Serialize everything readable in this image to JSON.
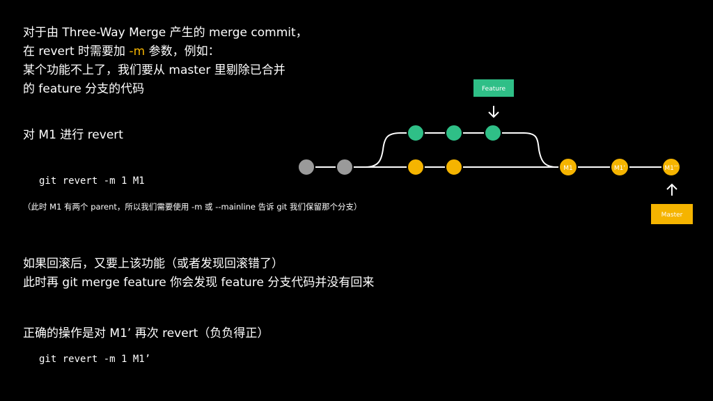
{
  "intro": {
    "line1": "对于由 Three-Way Merge 产生的 merge commit，",
    "line2_prefix": "在 revert 时需要加 ",
    "line2_highlight": "-m",
    "line2_suffix": " 参数，例如：",
    "line3": "某个功能不上了，我们要从 master 里剔除已合并",
    "line4": "的 feature 分支的代码"
  },
  "step1": {
    "heading": "对 M1 进行 revert",
    "command": "git revert -m 1 M1",
    "note": "（此时 M1 有两个 parent，所以我们需要使用 -m 或 --mainline 告诉 git 我们保留那个分支）"
  },
  "step2": {
    "line1": "如果回滚后，又要上该功能（或者发现回滚错了）",
    "line2": "此时再 git merge feature 你会发现 feature 分支代码并没有回来"
  },
  "step3": {
    "heading": "正确的操作是对 M1’ 再次 revert（负负得正）",
    "command": "git revert -m 1 M1’"
  },
  "diagram": {
    "feature_label": "Feature",
    "master_label": "Master",
    "commit_labels": [
      "M1",
      "M1’",
      "M1’’"
    ],
    "colors": {
      "base_commit": "#9a9a9a",
      "feature_commit": "#2fbf87",
      "master_commit": "#f5b400",
      "feature_tag": "#2fbf87",
      "master_tag": "#f5b400",
      "line": "#ffffff"
    }
  }
}
